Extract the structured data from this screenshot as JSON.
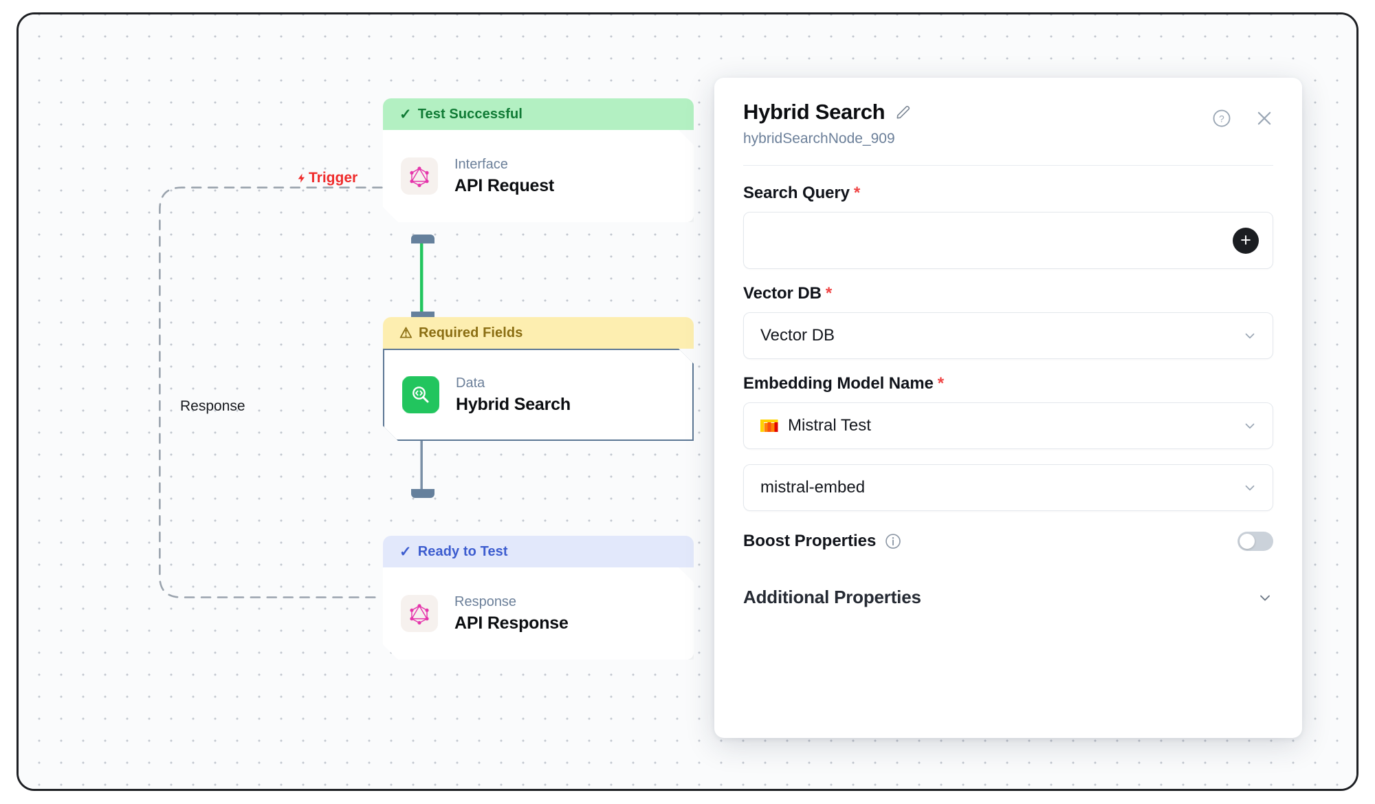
{
  "canvas": {
    "edges": [
      {
        "id": "trigger",
        "label": "Trigger",
        "icon": "lightning-bolt-icon",
        "color": "#ef2b2b"
      },
      {
        "id": "response",
        "label": "Response",
        "color": "#16181d"
      }
    ]
  },
  "nodes": [
    {
      "status": "Test Successful",
      "status_type": "success",
      "status_icon": "check-icon",
      "kind": "Interface",
      "title": "API Request",
      "icon": "graphql-icon"
    },
    {
      "status": "Required Fields",
      "status_type": "warn",
      "status_icon": "warning-triangle-icon",
      "kind": "Data",
      "title": "Hybrid Search",
      "icon": "hybrid-search-icon",
      "selected": true
    },
    {
      "status": "Ready to Test",
      "status_type": "ready",
      "status_icon": "check-icon",
      "kind": "Response",
      "title": "API Response",
      "icon": "graphql-icon"
    }
  ],
  "panel": {
    "title": "Hybrid Search",
    "subtitle": "hybridSearchNode_909",
    "edit_icon": "pencil-icon",
    "help_icon": "help-circle-icon",
    "close_icon": "close-icon",
    "fields": {
      "search_query": {
        "label": "Search Query",
        "required": "*",
        "value": "",
        "placeholder": "",
        "add_button": "+"
      },
      "vector_db": {
        "label": "Vector DB",
        "required": "*",
        "value": "Vector DB"
      },
      "embedding_model_name": {
        "label": "Embedding Model Name",
        "required": "*",
        "value": "Mistral Test",
        "icon": "mistral-icon"
      },
      "embedding_model": {
        "value": "mistral-embed"
      },
      "boost_properties": {
        "label": "Boost Properties",
        "info_icon": "info-circle-icon",
        "enabled": false
      },
      "additional_properties": {
        "label": "Additional Properties",
        "chevron": "chevron-down-icon"
      }
    }
  },
  "colors": {
    "success_bg": "#b3f0c2",
    "success_fg": "#0f7a34",
    "warn_bg": "#fdeeb0",
    "warn_fg": "#8a6d12",
    "ready_bg": "#e2e8fb",
    "ready_fg": "#3c5ccf",
    "edge_active": "#22c55e",
    "edge_idle": "#7a8fa6",
    "accent_red": "#ef4444"
  }
}
